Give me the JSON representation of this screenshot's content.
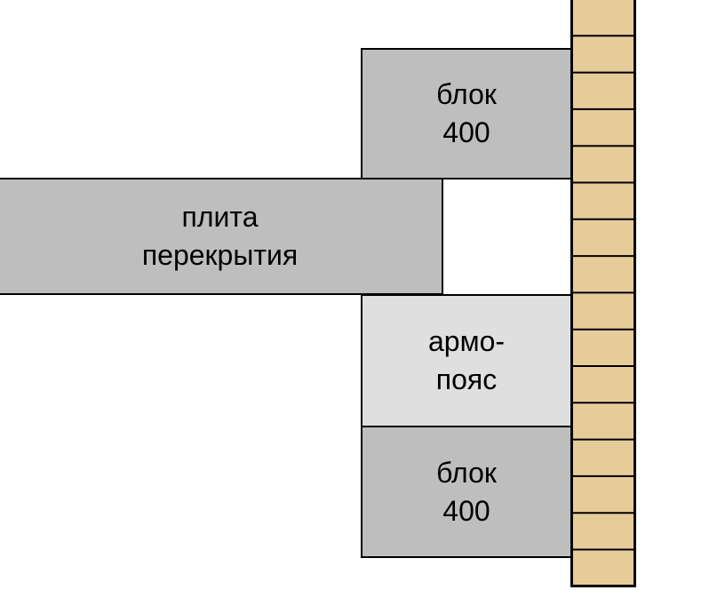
{
  "colors": {
    "block": "#bfbebf",
    "slab": "#bfbebf",
    "belt": "#dfdfdf",
    "brick": "#e6cc99",
    "outline": "#000000"
  },
  "blocks": {
    "top": {
      "line1": "блок",
      "line2": "400"
    },
    "slab": {
      "line1": "плита",
      "line2": "перекрытия"
    },
    "belt": {
      "line1": "армо-",
      "line2": "пояс"
    },
    "bottom": {
      "line1": "блок",
      "line2": "400"
    }
  }
}
